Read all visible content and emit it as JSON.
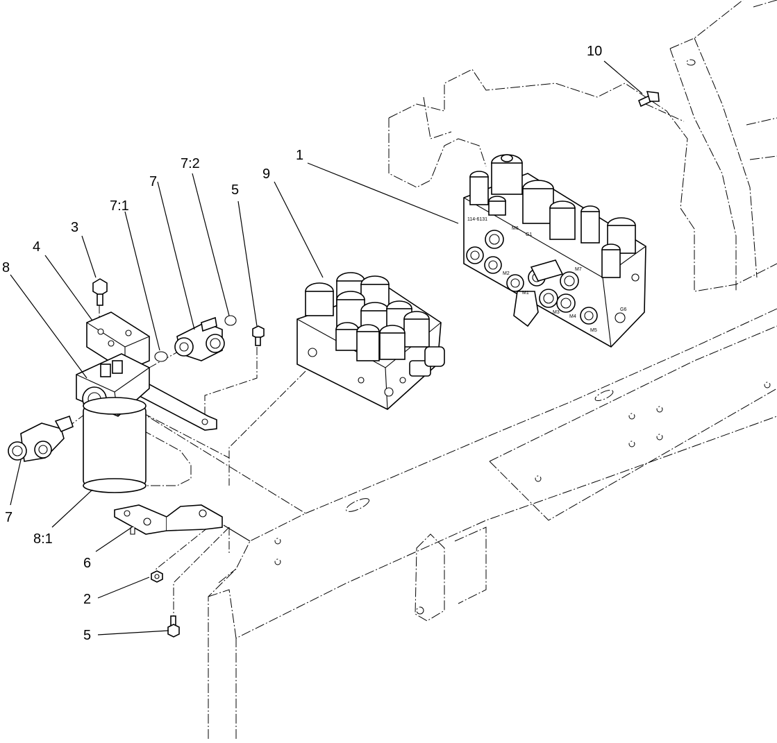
{
  "callouts": {
    "c1": "1",
    "c2": "2",
    "c3": "3",
    "c4": "4",
    "c5_top": "5",
    "c5_bottom": "5",
    "c6": "6",
    "c7_top": "7",
    "c7_1": "7:1",
    "c7_2": "7:2",
    "c7_left": "7",
    "c8": "8",
    "c8_1": "8:1",
    "c9": "9",
    "c10": "10"
  },
  "valve_labels": {
    "m6": "M6",
    "g1": "G1",
    "m2": "M2",
    "m1": "M1",
    "m3": "M3",
    "m4": "M4",
    "m5": "M5",
    "m7": "M7",
    "g6": "G6",
    "part_no": "114-6131"
  }
}
